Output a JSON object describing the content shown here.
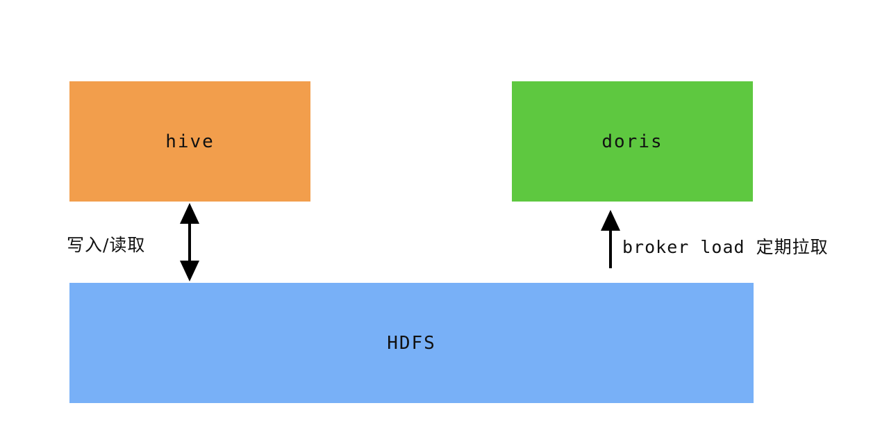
{
  "nodes": {
    "hive": {
      "label": "hive",
      "color": "#f29e4c"
    },
    "doris": {
      "label": "doris",
      "color": "#5ec840"
    },
    "hdfs": {
      "label": "HDFS",
      "color": "#78b0f7"
    }
  },
  "edges": {
    "hive_hdfs": {
      "label": "写入/读取",
      "direction": "bidirectional"
    },
    "hdfs_doris": {
      "label": "broker load 定期拉取",
      "direction": "up"
    }
  }
}
